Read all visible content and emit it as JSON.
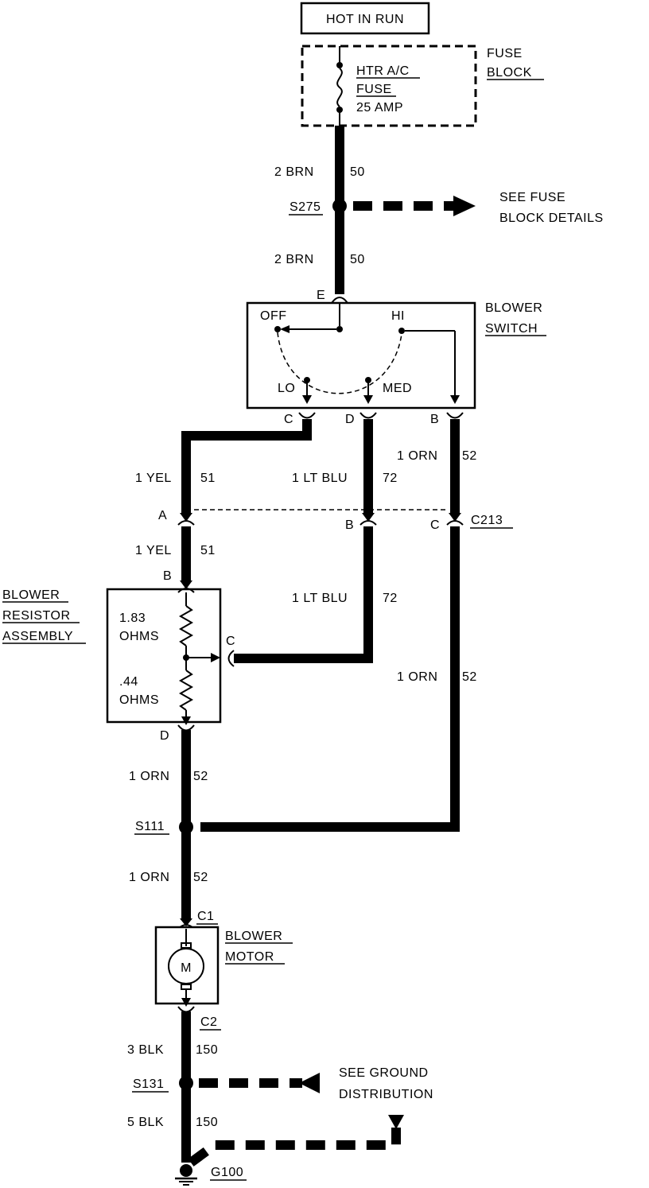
{
  "power": {
    "label": "HOT IN RUN"
  },
  "fuse_block": {
    "line1": "FUSE",
    "line2": "BLOCK",
    "fuse_line1": "HTR A/C",
    "fuse_line2": "FUSE",
    "fuse_line3": "25 AMP"
  },
  "wires": {
    "brn_top": {
      "size": "2 BRN",
      "circuit": "50"
    },
    "brn_mid": {
      "size": "2 BRN",
      "circuit": "50"
    },
    "yel_top": {
      "size": "1 YEL",
      "circuit": "51"
    },
    "yel_bot": {
      "size": "1 YEL",
      "circuit": "51"
    },
    "ltblu_top": {
      "size": "1 LT BLU",
      "circuit": "72"
    },
    "ltblu_bot": {
      "size": "1 LT BLU",
      "circuit": "72"
    },
    "orn_sw": {
      "size": "1 ORN",
      "circuit": "52"
    },
    "orn_right": {
      "size": "1 ORN",
      "circuit": "52"
    },
    "orn_resistor": {
      "size": "1 ORN",
      "circuit": "52"
    },
    "orn_motor": {
      "size": "1 ORN",
      "circuit": "52"
    },
    "blk_top": {
      "size": "3 BLK",
      "circuit": "150"
    },
    "blk_bot": {
      "size": "5 BLK",
      "circuit": "150"
    }
  },
  "splices": {
    "s275": "S275",
    "s111": "S111",
    "s131": "S131",
    "g100": "G100"
  },
  "fuse_details": {
    "line1": "SEE FUSE",
    "line2": "BLOCK DETAILS"
  },
  "ground_details": {
    "line1": "SEE GROUND",
    "line2": "DISTRIBUTION"
  },
  "blower_switch": {
    "line1": "BLOWER",
    "line2": "SWITCH",
    "off": "OFF",
    "hi": "HI",
    "lo": "LO",
    "med": "MED",
    "pin_e": "E",
    "pin_c": "C",
    "pin_d": "D",
    "pin_b": "B"
  },
  "connector_c213": {
    "name": "C213",
    "pin_a": "A",
    "pin_b": "B",
    "pin_c": "C"
  },
  "resistor": {
    "line1": "BLOWER",
    "line2": "RESISTOR",
    "line3": "ASSEMBLY",
    "r1_value": "1.83",
    "r1_unit": "OHMS",
    "r2_value": ".44",
    "r2_unit": "OHMS",
    "pin_b": "B",
    "pin_c": "C",
    "pin_d": "D"
  },
  "motor": {
    "line1": "BLOWER",
    "line2": "MOTOR",
    "symbol": "M",
    "pin_c1": "C1",
    "pin_c2": "C2"
  }
}
